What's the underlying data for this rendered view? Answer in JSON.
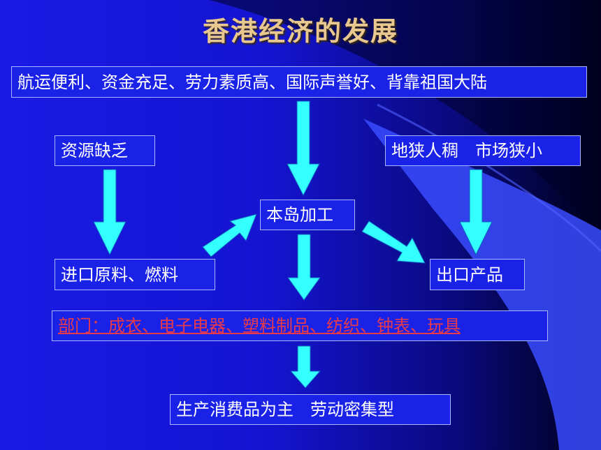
{
  "title": "香港经济的发展",
  "boxes": {
    "conditions": "航运便利、资金充足、劳力素质高、国际声誉好、背靠祖国大陆",
    "resources": "资源缺乏",
    "land": "地狭人稠　市场狭小",
    "processing": "本岛加工",
    "imports": "进口原料、燃料",
    "exports": "出口产品",
    "sectors": "部门：成衣、电子电器、塑料制品、纺织、钟表、玩具",
    "result": "生产消费品为主　劳动密集型"
  },
  "colors": {
    "background": "#1a1ae6",
    "box_fill": "#1a22e8",
    "box_border": "#a8b8ff",
    "arrow": "#33ffff",
    "title_text": "#e8c890",
    "sector_text": "#e83a4a"
  }
}
